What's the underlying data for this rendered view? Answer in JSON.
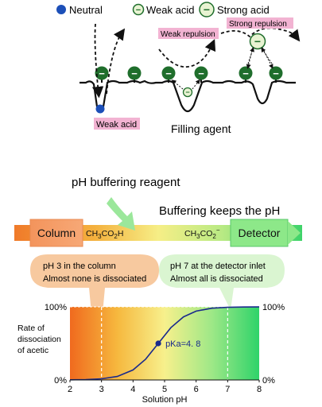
{
  "legend": {
    "neutral": "Neutral",
    "weak_acid": "Weak acid",
    "strong_acid": "Strong acid",
    "minus_symbol": "−"
  },
  "top_diagram": {
    "weak_repulsion": "Weak repulsion",
    "strong_repulsion": "Strong repulsion",
    "weak_acid_label": "Weak acid",
    "filling_agent": "Filling agent"
  },
  "flow": {
    "ph_buffering_reagent": "pH buffering reagent",
    "buffering_keeps_ph": "Buffering keeps the pH",
    "column": "Column",
    "detector": "Detector",
    "acid_form_main": "CH",
    "acid_form_sub1": "3",
    "acid_form_mid": "CO",
    "acid_form_sub2": "2",
    "acid_form_end": "H",
    "base_form_main": "CH",
    "base_form_sub1": "3",
    "base_form_mid": "CO",
    "base_form_sub2": "2",
    "base_form_sup": "−",
    "column_bubble_line1": "pH 3 in the column",
    "column_bubble_line2": "Almost none is dissociated",
    "detector_bubble_line1": "pH 7 at the detector inlet",
    "detector_bubble_line2": "Almost all is dissociated"
  },
  "colors": {
    "orange": "#f07a2a",
    "yellow": "#f6f08a",
    "green": "#3ed36a",
    "dark_green": "#1f6e2c",
    "pink_label": "#f2b3d2",
    "curve": "#1a2a8c",
    "neutral_dot": "#1c4fb8"
  },
  "chart_data": {
    "type": "line",
    "ylabel_lines": [
      "Rate of",
      "dissociation",
      "of acetic"
    ],
    "xlabel": "Solution pH",
    "x_ticks": [
      "2",
      "3",
      "4",
      "5",
      "6",
      "7",
      "8"
    ],
    "y_ticks_left": [
      "0%",
      "100%"
    ],
    "y_ticks_right": [
      "0%",
      "100%"
    ],
    "xlim": [
      2,
      8
    ],
    "ylim": [
      0,
      100
    ],
    "pka": 4.8,
    "pka_label": "pKa=4. 8",
    "reference_lines_ph": [
      3,
      7
    ],
    "series": [
      {
        "x": [
          2.0,
          2.5,
          3.0,
          3.5,
          4.0,
          4.4,
          4.8,
          5.2,
          5.6,
          6.0,
          6.5,
          7.0,
          7.5,
          8.0
        ],
        "y": [
          0.2,
          0.5,
          1.6,
          4.8,
          13.7,
          28.5,
          50.0,
          71.5,
          86.3,
          94.1,
          98.1,
          99.4,
          99.8,
          99.9
        ]
      }
    ]
  }
}
